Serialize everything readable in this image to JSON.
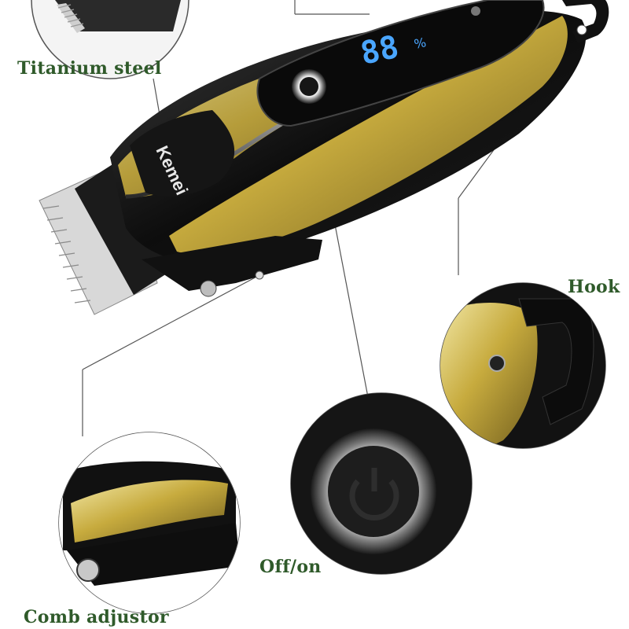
{
  "labels": {
    "titanium": "Titanium steel",
    "hook": "Hook",
    "off_on": "Off/on",
    "comb": "Comb adjustor"
  },
  "brand": "Kemei",
  "display_digits": "88",
  "display_unit": "%",
  "colors": {
    "gold": "#c9b24a",
    "gold_light": "#efe39a",
    "body_black": "#141414",
    "lcd_blue": "#4aa6ff",
    "label_text": "#2f5a2a"
  }
}
